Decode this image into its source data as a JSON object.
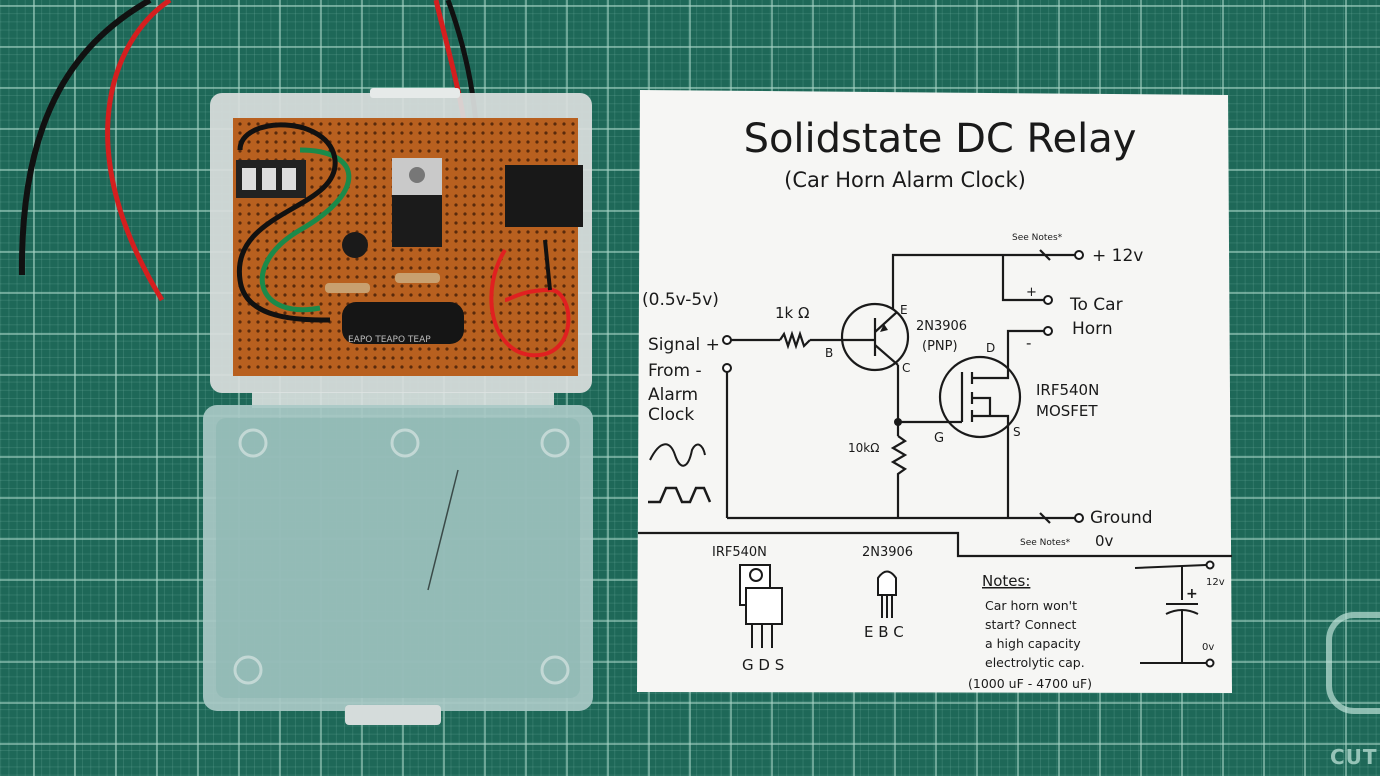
{
  "diagram": {
    "title": "Solidstate DC Relay",
    "subtitle": "(Car Horn Alarm Clock)",
    "input_range": "(0.5v-5v)",
    "signal_plus": "Signal +",
    "signal_minus": "From -",
    "from_label_2": "Alarm",
    "from_label_3": "Clock",
    "r1_label": "1k Ω",
    "r2_label": "10kΩ",
    "pnp_name": "2N3906",
    "pnp_type": "(PNP)",
    "pin_e": "E",
    "pin_b": "B",
    "pin_c": "C",
    "pin_d": "D",
    "pin_g": "G",
    "pin_s": "S",
    "mosfet_name": "IRF540N",
    "mosfet_type": "MOSFET",
    "see_notes_top": "See Notes*",
    "supply": "+ 12v",
    "horn_plus": "+",
    "horn_minus": "-",
    "to_car": "To Car",
    "horn": "Horn",
    "ground": "Ground",
    "ground_v": "0v",
    "see_notes_bottom": "See Notes*"
  },
  "pinouts": {
    "mosfet_title": "IRF540N",
    "mosfet_pins": "G D S",
    "transistor_title": "2N3906",
    "transistor_pins": "E B C"
  },
  "notes": {
    "heading": "Notes:",
    "lines": [
      "Car horn won't",
      "start? Connect",
      "a high capacity",
      "electrolytic cap.",
      "(1000 uF - 4700 uF)"
    ],
    "cap_top": "12v",
    "cap_bottom": "0v",
    "cap_plus": "+"
  },
  "board": {
    "capacitor_print": "EAPO TEAPO TEAP"
  },
  "mat": {
    "brand_text": "CUT"
  }
}
